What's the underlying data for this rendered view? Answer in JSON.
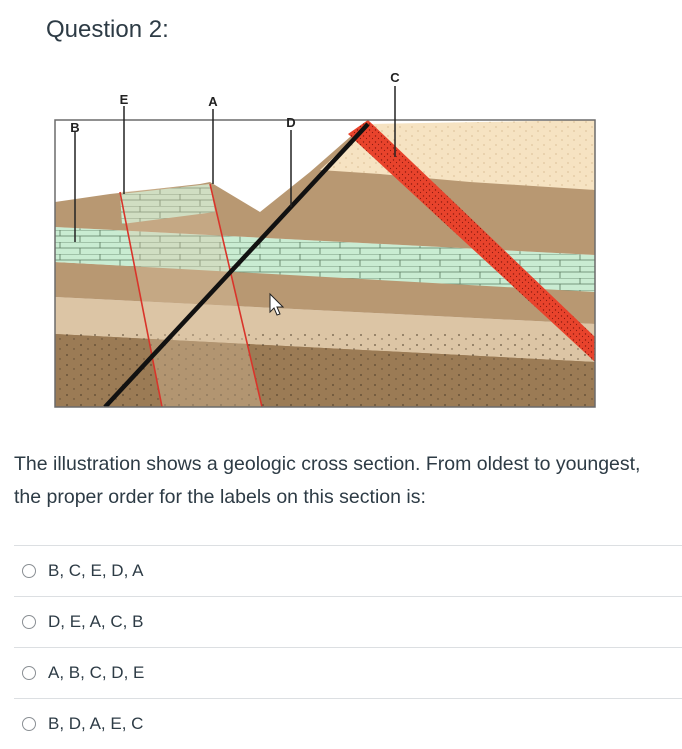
{
  "question": {
    "title": "Question 2:",
    "text": "The illustration shows a geologic cross section. From oldest to youngest, the proper order for the labels on this section is:"
  },
  "figure": {
    "labels": {
      "a": "A",
      "b": "B",
      "c": "C",
      "d": "D",
      "e": "E"
    },
    "colors": {
      "limestone": "#c9ecd2",
      "tan": "#dcc5a5",
      "brown": "#b89872",
      "dark_brown": "#9b7b55",
      "top_sand": "#f6e3c2",
      "dike": "#e8432c",
      "fault": "#111111"
    }
  },
  "answers": [
    {
      "label": "B, C, E, D, A"
    },
    {
      "label": "D, E, A, C, B"
    },
    {
      "label": "A, B, C, D, E"
    },
    {
      "label": "B, D, A, E, C"
    }
  ]
}
